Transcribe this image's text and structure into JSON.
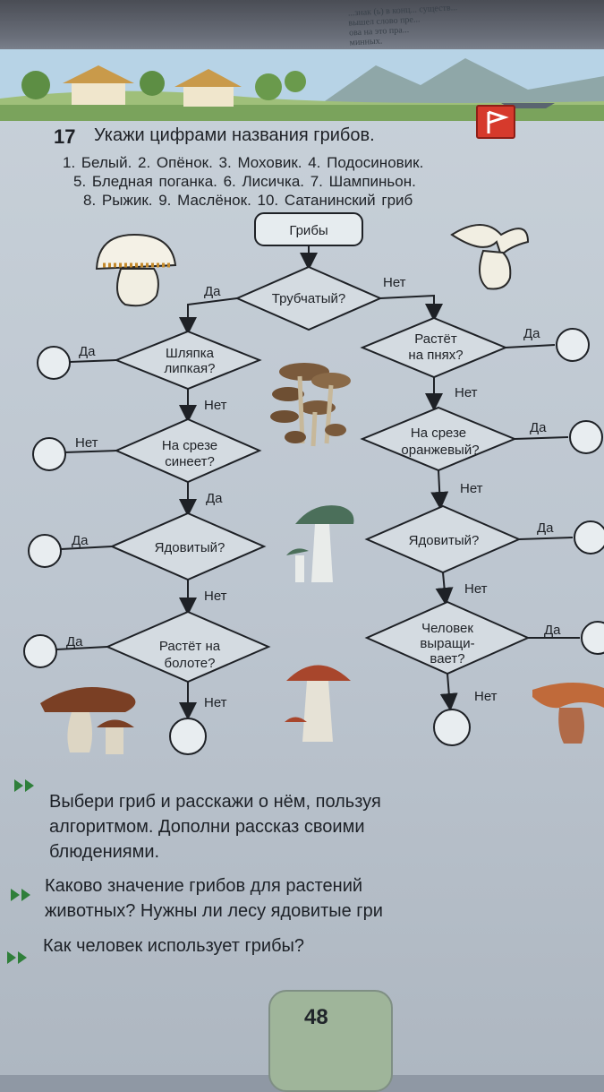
{
  "top_strip": {
    "lines": [
      "...знак (ь) в конц... существ...",
      "вышел слово пре...",
      "ова на это пра...",
      "минных."
    ]
  },
  "task": {
    "number": "17",
    "title": "Укажи цифрами названия грибов.",
    "list": [
      "1. Белый.   2. Опёнок.   3. Моховик.   4. Подосиновик.",
      "5. Бледная   поганка.   6. Лисичка.   7. Шампиньон.",
      "8. Рыжик.   9. Маслёнок.   10. Сатанинский   гриб"
    ]
  },
  "diagram": {
    "start": "Грибы",
    "nodes": {
      "tubular": "Трубчатый?",
      "sticky_1": "Шляпка",
      "sticky_2": "липкая?",
      "blue_1": "На срезе",
      "blue_2": "синеет?",
      "poison_left": "Ядовитый?",
      "swamp_1": "Растёт на",
      "swamp_2": "болоте?",
      "stumps_1": "Растёт",
      "stumps_2": "на пнях?",
      "orange_1": "На срезе",
      "orange_2": "оранжевый?",
      "poison_right": "Ядовитый?",
      "grown_1": "Человек",
      "grown_2": "выращи-",
      "grown_3": "вает?"
    },
    "edges": {
      "tubular_yes": "Да",
      "tubular_no": "Нет",
      "sticky_yes": "Да",
      "sticky_no": "Нет",
      "blue_no": "Нет",
      "blue_yes": "Да",
      "poison_left_yes": "Да",
      "poison_left_no": "Нет",
      "swamp_yes": "Да",
      "swamp_no": "Нет",
      "stumps_yes": "Да",
      "stumps_no": "Нет",
      "orange_yes": "Да",
      "orange_no": "Нет",
      "poison_right_yes": "Да",
      "poison_right_no": "Нет",
      "grown_yes": "Да",
      "grown_no": "Нет"
    }
  },
  "questions": {
    "q1_a": "Выбери  гриб  и  расскажи  о  нём,  пользуя",
    "q1_b": "алгоритмом.  Дополни  рассказ  своими",
    "q1_c": "блюдениями.",
    "q2_a": "Каково   значение   грибов   для   растений",
    "q2_b": "животных?  Нужны  ли  лесу  ядовитые  гри",
    "q3": "Как  человек  использует  грибы?"
  },
  "page_number": "48",
  "colors": {
    "page": "#c3ccd4",
    "ink": "#1e2126",
    "bullet_green": "#2f7f3a",
    "flag_red": "#d63a2c",
    "mushroom_cap_brown": "#7a3f24",
    "mushroom_cap_red": "#a8462c",
    "page_tab": "#9fb59a"
  }
}
